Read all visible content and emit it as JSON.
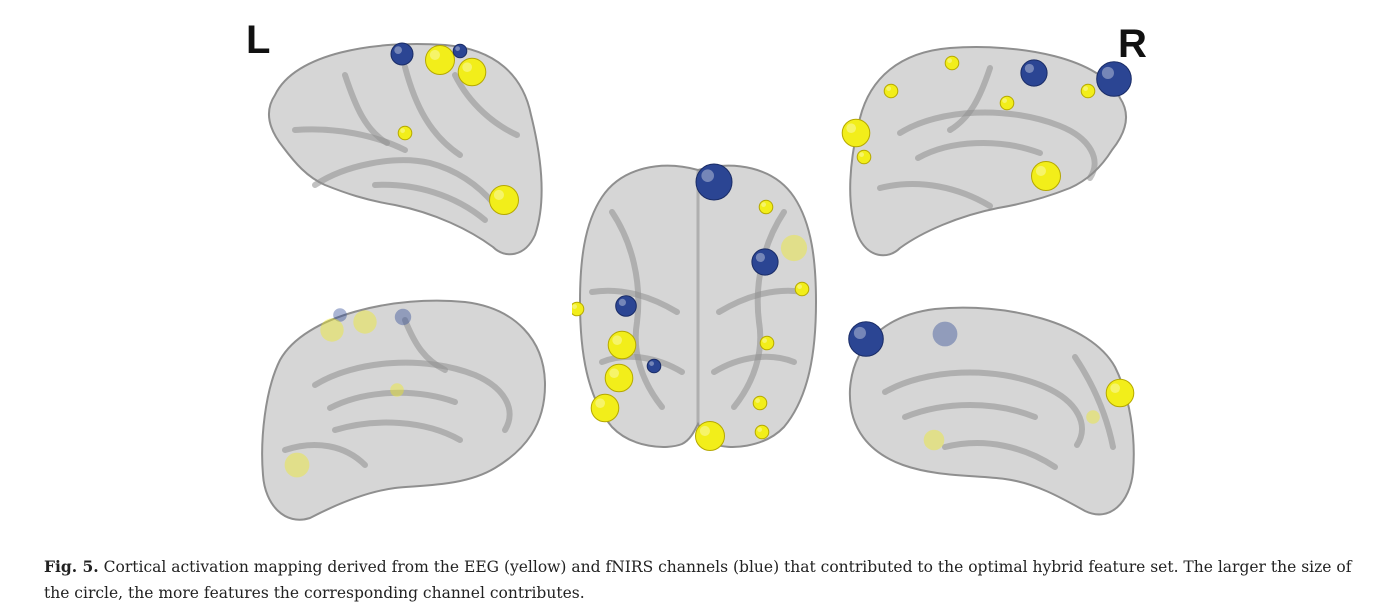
{
  "figure": {
    "left_label": "L",
    "right_label": "R",
    "colors": {
      "eeg": "#f2ee1a",
      "fnirs": "#2b4593",
      "cortex": "#c8c8c8",
      "sulcus": "#8f8f8f"
    },
    "panels": [
      {
        "name": "left-lateral-view",
        "markers": [
          {
            "type": "fnirs",
            "size": 0.5,
            "depth": "front"
          },
          {
            "type": "eeg",
            "size": 0.75,
            "depth": "front"
          },
          {
            "type": "fnirs",
            "size": 0.2,
            "depth": "front"
          },
          {
            "type": "eeg",
            "size": 0.7,
            "depth": "front"
          },
          {
            "type": "eeg",
            "size": 0.2,
            "depth": "front"
          },
          {
            "type": "eeg",
            "size": 0.75,
            "depth": "front"
          }
        ]
      },
      {
        "name": "left-medial-view",
        "markers": [
          {
            "type": "fnirs",
            "size": 0.2,
            "depth": "behind"
          },
          {
            "type": "eeg",
            "size": 0.55,
            "depth": "behind"
          },
          {
            "type": "eeg",
            "size": 0.55,
            "depth": "behind"
          },
          {
            "type": "fnirs",
            "size": 0.3,
            "depth": "behind"
          },
          {
            "type": "eeg",
            "size": 0.2,
            "depth": "behind"
          },
          {
            "type": "eeg",
            "size": 0.6,
            "depth": "behind"
          }
        ]
      },
      {
        "name": "dorsal-view",
        "markers": [
          {
            "type": "fnirs",
            "size": 1.0,
            "depth": "front"
          },
          {
            "type": "eeg",
            "size": 0.2,
            "depth": "front"
          },
          {
            "type": "eeg",
            "size": 0.65,
            "depth": "behind"
          },
          {
            "type": "fnirs",
            "size": 0.65,
            "depth": "front"
          },
          {
            "type": "eeg",
            "size": 0.2,
            "depth": "front"
          },
          {
            "type": "eeg",
            "size": 0.2,
            "depth": "front"
          },
          {
            "type": "fnirs",
            "size": 0.45,
            "depth": "front"
          },
          {
            "type": "eeg",
            "size": 0.2,
            "depth": "front"
          },
          {
            "type": "eeg",
            "size": 0.7,
            "depth": "front"
          },
          {
            "type": "fnirs",
            "size": 0.2,
            "depth": "front"
          },
          {
            "type": "eeg",
            "size": 0.7,
            "depth": "front"
          },
          {
            "type": "eeg",
            "size": 0.7,
            "depth": "front"
          },
          {
            "type": "eeg",
            "size": 0.2,
            "depth": "front"
          },
          {
            "type": "eeg",
            "size": 0.2,
            "depth": "front"
          },
          {
            "type": "eeg",
            "size": 0.75,
            "depth": "front"
          }
        ]
      },
      {
        "name": "right-lateral-view",
        "markers": [
          {
            "type": "fnirs",
            "size": 0.65,
            "depth": "front"
          },
          {
            "type": "fnirs",
            "size": 0.95,
            "depth": "front"
          },
          {
            "type": "eeg",
            "size": 0.2,
            "depth": "front"
          },
          {
            "type": "eeg",
            "size": 0.2,
            "depth": "front"
          },
          {
            "type": "eeg",
            "size": 0.2,
            "depth": "front"
          },
          {
            "type": "eeg",
            "size": 0.7,
            "depth": "front"
          },
          {
            "type": "eeg",
            "size": 0.2,
            "depth": "front"
          },
          {
            "type": "eeg",
            "size": 0.75,
            "depth": "front"
          },
          {
            "type": "eeg",
            "size": 0.2,
            "depth": "front"
          }
        ]
      },
      {
        "name": "right-medial-view",
        "markers": [
          {
            "type": "fnirs",
            "size": 0.95,
            "depth": "front"
          },
          {
            "type": "fnirs",
            "size": 0.6,
            "depth": "behind"
          },
          {
            "type": "eeg",
            "size": 0.7,
            "depth": "front"
          },
          {
            "type": "eeg",
            "size": 0.45,
            "depth": "behind"
          },
          {
            "type": "eeg",
            "size": 0.2,
            "depth": "behind"
          }
        ]
      }
    ]
  },
  "caption": {
    "label": "Fig. 5.",
    "text": "Cortical activation mapping derived from the EEG (yellow) and fNIRS channels (blue) that contributed to the optimal hybrid feature set. The larger the size of the circle, the more features the corresponding channel contributes."
  }
}
